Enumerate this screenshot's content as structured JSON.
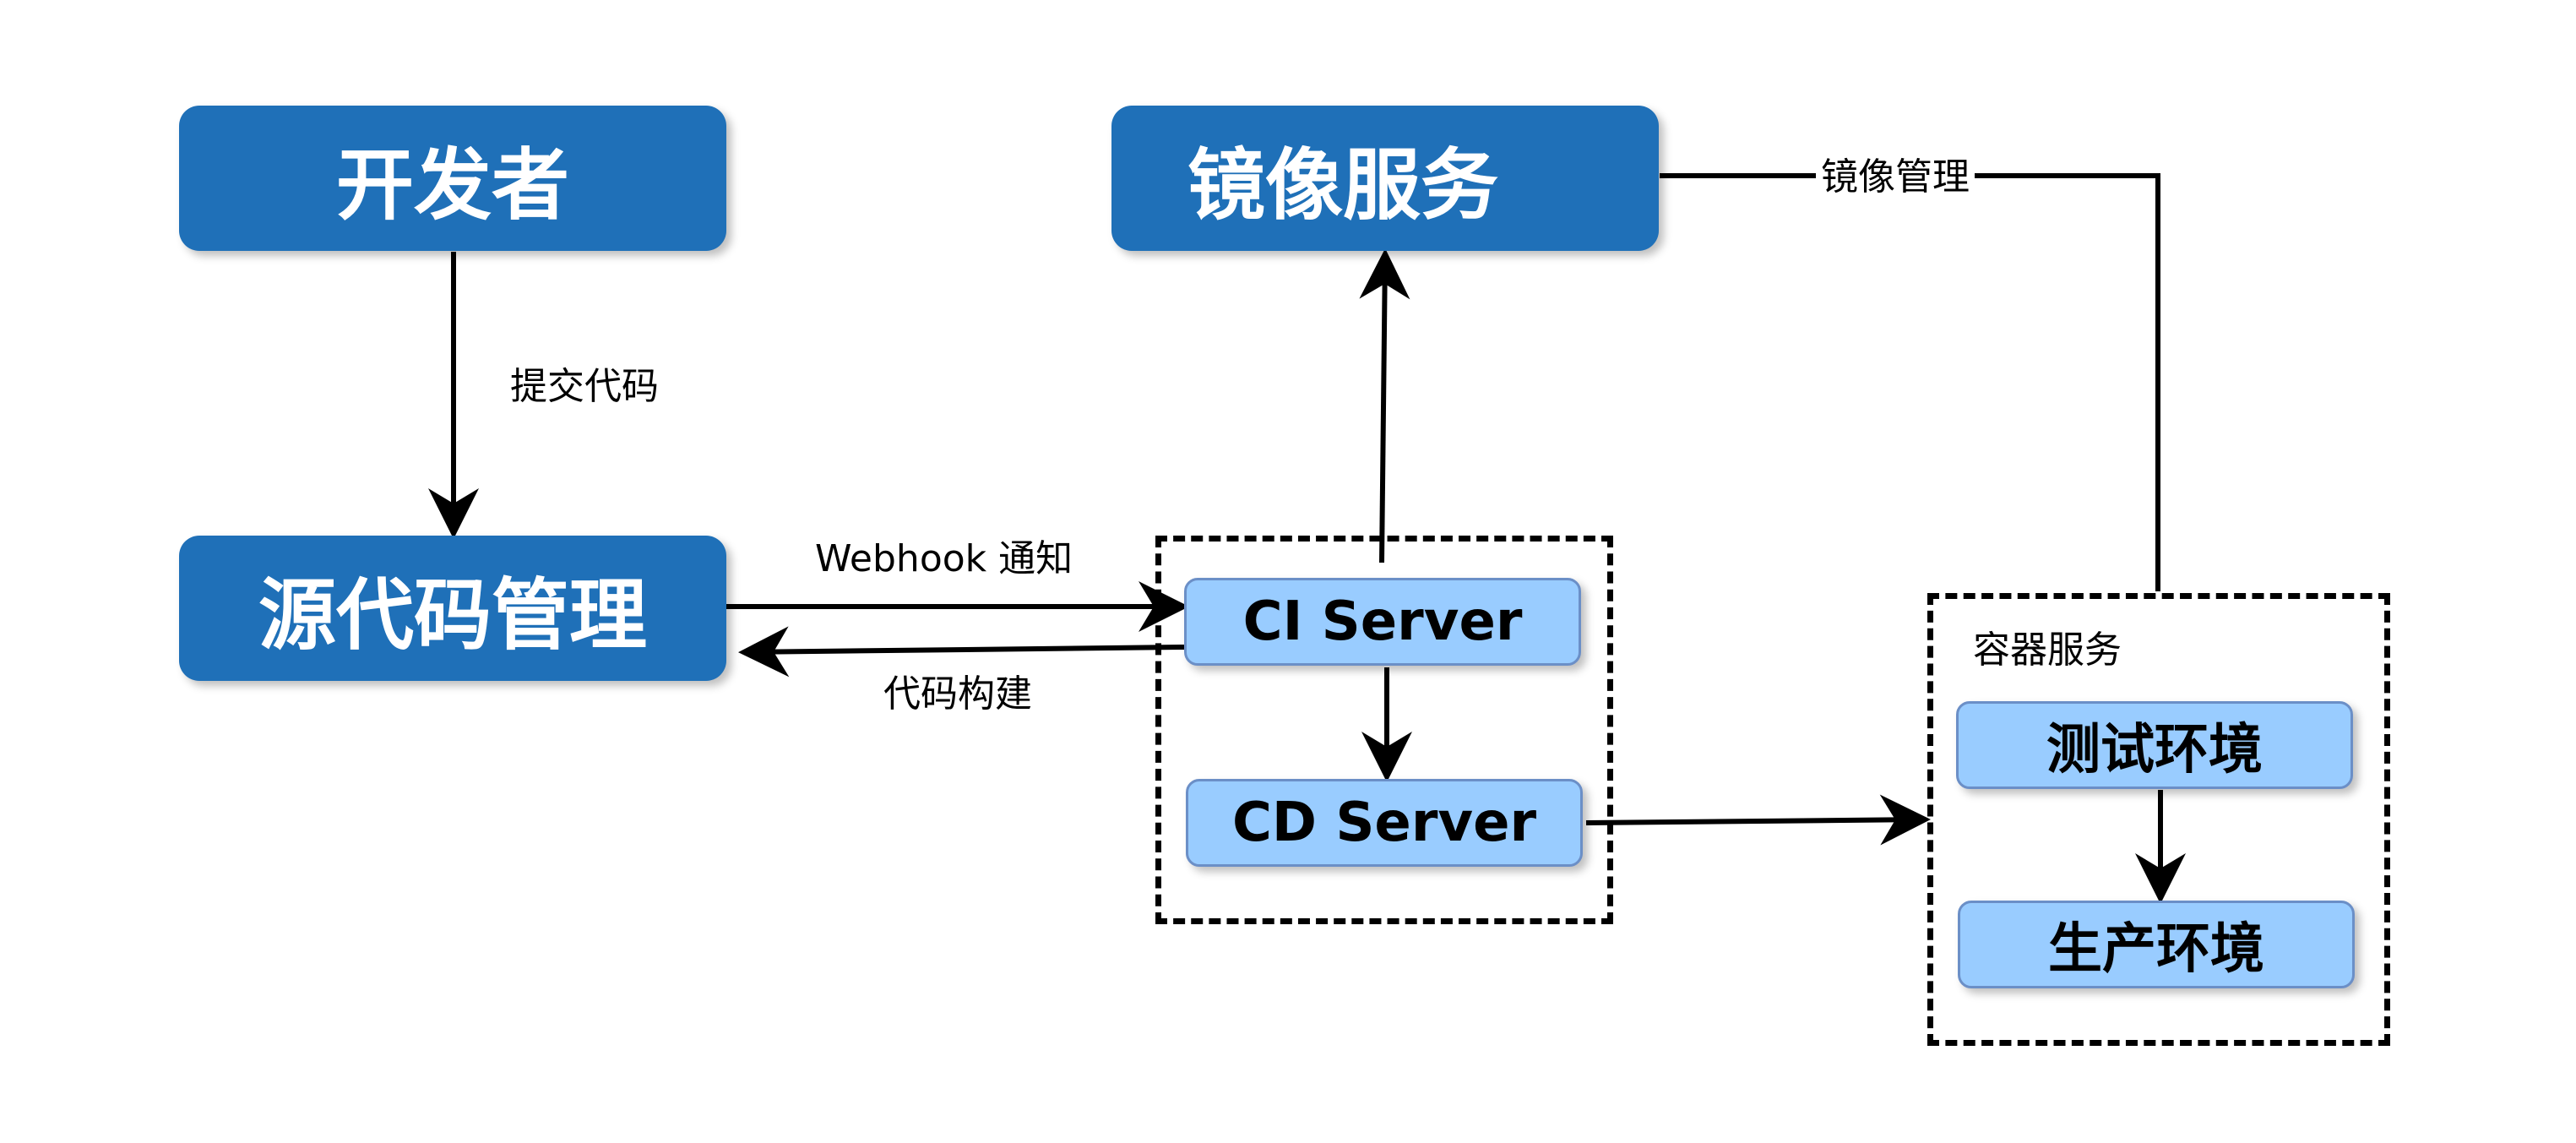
{
  "nodes": {
    "developer": "开发者",
    "source_control": "源代码管理",
    "image_service": "镜像服务",
    "ci_server": "CI Server",
    "cd_server": "CD Server",
    "test_env": "测试环境",
    "prod_env": "生产环境"
  },
  "groups": {
    "container_service": "容器服务"
  },
  "edges": {
    "commit_code": "提交代码",
    "webhook_notify": "Webhook 通知",
    "code_build": "代码构建",
    "image_manage": "镜像管理"
  },
  "colors": {
    "primary_box": "#1f70b8",
    "secondary_box": "#99ccff",
    "secondary_border": "#6b8fc7",
    "line": "#000000"
  }
}
